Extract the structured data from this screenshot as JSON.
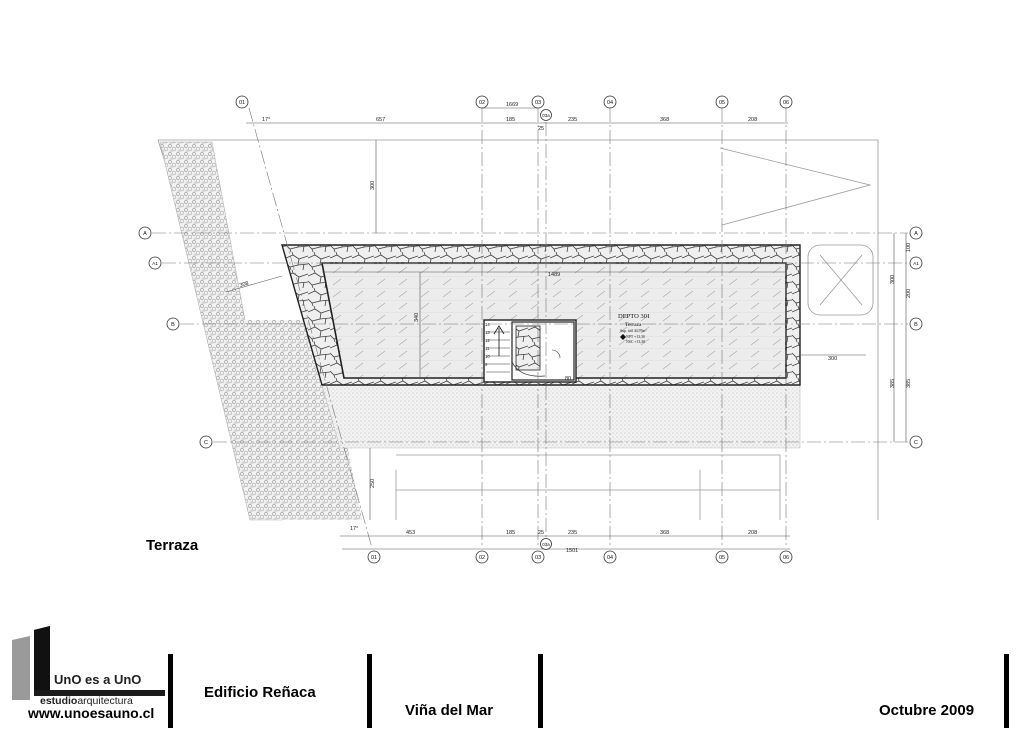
{
  "drawing": {
    "caption": "Terraza",
    "apartment_label": "DEPTO 301",
    "room_label": "Terraza",
    "area_note": "Sup. útil 44,97m²",
    "level_note_1": "NPT +13,30",
    "level_note_2": "NSC +13,30",
    "grid_axes_top": [
      "01",
      "02",
      "03",
      "04",
      "05",
      "06"
    ],
    "grid_axis_aux": "03a",
    "grid_axes_side": [
      "A",
      "A1",
      "B",
      "C"
    ],
    "top_dims": [
      "657",
      "185",
      "235",
      "368",
      "208"
    ],
    "top_total": "1669",
    "top_small": "25",
    "bottom_dims": [
      "453",
      "185",
      "25",
      "235",
      "368",
      "208"
    ],
    "bottom_total": "1501",
    "left_angle_top": "17°",
    "left_angle_bottom": "17°",
    "dim_vertical_300": "300",
    "dim_inner_width": "1489",
    "dim_inner_height": "340",
    "dim_diagonal": "308",
    "dim_right_300": "300",
    "dim_right_a": "100",
    "dim_right_b": "300",
    "dim_right_c": "200",
    "dim_right_d": "385",
    "dim_right_e": "385",
    "dim_bottom_250": "250",
    "stair_steps": [
      "14",
      "13",
      "12",
      "11",
      "10",
      "9"
    ],
    "stair_note": "80"
  },
  "footer": {
    "logo_main": "UnO es a UnO",
    "logo_sub_bold": "estudio",
    "logo_sub": "arquitectura",
    "website": "www.unoesauno.cl",
    "project": "Edificio Reñaca",
    "location": "Viña del Mar",
    "date": "Octubre 2009"
  },
  "colors": {
    "line": "#3a3a3a",
    "light_line": "#9a9a9a",
    "hatch_fill": "#e6e6e6"
  }
}
